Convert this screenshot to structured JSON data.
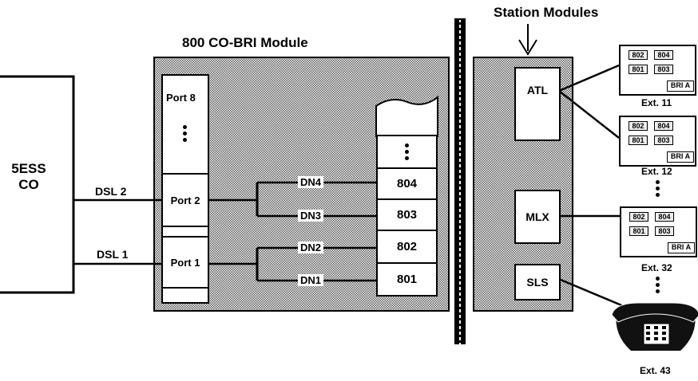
{
  "labels": {
    "station_modules": "Station Modules",
    "module_title": "800 CO-BRI Module",
    "central_office": [
      "5ESS",
      "CO"
    ],
    "dsl2": "DSL 2",
    "dsl1": "DSL 1",
    "port8": "Port 8",
    "port2": "Port 2",
    "port1": "Port 1"
  },
  "dn_tags": [
    "DN4",
    "DN3",
    "DN2",
    "DN1"
  ],
  "directory_numbers": [
    "804",
    "803",
    "802",
    "801"
  ],
  "station_cards": {
    "atl": "ATL",
    "mlx": "MLX",
    "sls": "SLS"
  },
  "terminals": [
    {
      "keys": [
        "802",
        "804",
        "801",
        "803"
      ],
      "bri": "BRI A",
      "ext": "Ext. 11"
    },
    {
      "keys": [
        "802",
        "804",
        "801",
        "803"
      ],
      "bri": "BRI A",
      "ext": "Ext. 12"
    },
    {
      "keys": [
        "802",
        "804",
        "801",
        "803"
      ],
      "bri": "BRI A",
      "ext": "Ext. 32"
    }
  ],
  "phone_ext": "Ext. 43",
  "colors": {
    "line": "#000000",
    "panel_fill": "#8c8c8c",
    "background": "#ffffff"
  }
}
